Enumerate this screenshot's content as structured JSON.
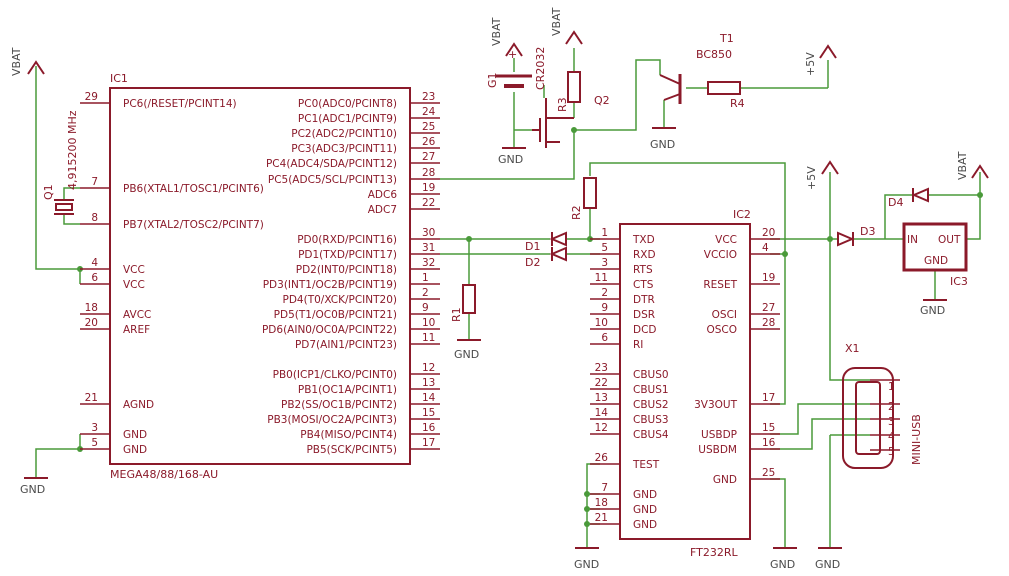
{
  "ic1": {
    "name": "IC1",
    "value": "MEGA48/88/168-AU",
    "left_pins": [
      {
        "label": "PC6(/RESET/PCINT14)",
        "num": "29"
      },
      {
        "label": "PB6(XTAL1/TOSC1/PCINT6)",
        "num": "7"
      },
      {
        "label": "PB7(XTAL2/TOSC2/PCINT7)",
        "num": "8"
      },
      {
        "label": "VCC",
        "num": "4"
      },
      {
        "label": "VCC",
        "num": "6"
      },
      {
        "label": "AVCC",
        "num": "18"
      },
      {
        "label": "AREF",
        "num": "20"
      },
      {
        "label": "AGND",
        "num": "21"
      },
      {
        "label": "GND",
        "num": "3"
      },
      {
        "label": "GND",
        "num": "5"
      }
    ],
    "right_pins": [
      {
        "label": "PC0(ADC0/PCINT8)",
        "num": "23"
      },
      {
        "label": "PC1(ADC1/PCINT9)",
        "num": "24"
      },
      {
        "label": "PC2(ADC2/PCINT10)",
        "num": "25"
      },
      {
        "label": "PC3(ADC3/PCINT11)",
        "num": "26"
      },
      {
        "label": "PC4(ADC4/SDA/PCINT12)",
        "num": "27"
      },
      {
        "label": "PC5(ADC5/SCL/PCINT13)",
        "num": "28"
      },
      {
        "label": "ADC6",
        "num": "19"
      },
      {
        "label": "ADC7",
        "num": "22"
      },
      {
        "label": "PD0(RXD/PCINT16)",
        "num": "30"
      },
      {
        "label": "PD1(TXD/PCINT17)",
        "num": "31"
      },
      {
        "label": "PD2(INT0/PCINT18)",
        "num": "32"
      },
      {
        "label": "PD3(INT1/OC2B/PCINT19)",
        "num": "1"
      },
      {
        "label": "PD4(T0/XCK/PCINT20)",
        "num": "2"
      },
      {
        "label": "PD5(T1/OC0B/PCINT21)",
        "num": "9"
      },
      {
        "label": "PD6(AIN0/OC0A/PCINT22)",
        "num": "10"
      },
      {
        "label": "PD7(AIN1/PCINT23)",
        "num": "11"
      },
      {
        "label": "PB0(ICP1/CLKO/PCINT0)",
        "num": "12"
      },
      {
        "label": "PB1(OC1A/PCINT1)",
        "num": "13"
      },
      {
        "label": "PB2(SS/OC1B/PCINT2)",
        "num": "14"
      },
      {
        "label": "PB3(MOSI/OC2A/PCINT3)",
        "num": "15"
      },
      {
        "label": "PB4(MISO/PCINT4)",
        "num": "16"
      },
      {
        "label": "PB5(SCK/PCINT5)",
        "num": "17"
      }
    ]
  },
  "ic2": {
    "name": "IC2",
    "value": "FT232RL",
    "left_pins": [
      {
        "label": "TXD",
        "num": "1"
      },
      {
        "label": "RXD",
        "num": "5"
      },
      {
        "label": "RTS",
        "num": "3"
      },
      {
        "label": "CTS",
        "num": "11"
      },
      {
        "label": "DTR",
        "num": "2"
      },
      {
        "label": "DSR",
        "num": "9"
      },
      {
        "label": "DCD",
        "num": "10"
      },
      {
        "label": "RI",
        "num": "6"
      },
      {
        "label": "CBUS0",
        "num": "23"
      },
      {
        "label": "CBUS1",
        "num": "22"
      },
      {
        "label": "CBUS2",
        "num": "13"
      },
      {
        "label": "CBUS3",
        "num": "14"
      },
      {
        "label": "CBUS4",
        "num": "12"
      },
      {
        "label": "TEST",
        "num": "26"
      },
      {
        "label": "GND",
        "num": "7"
      },
      {
        "label": "GND",
        "num": "18"
      },
      {
        "label": "GND",
        "num": "21"
      }
    ],
    "right_pins": [
      {
        "label": "VCC",
        "num": "20"
      },
      {
        "label": "VCCIO",
        "num": "4"
      },
      {
        "label": "RESET",
        "num": "19"
      },
      {
        "label": "OSCI",
        "num": "27"
      },
      {
        "label": "OSCO",
        "num": "28"
      },
      {
        "label": "3V3OUT",
        "num": "17"
      },
      {
        "label": "USBDP",
        "num": "15"
      },
      {
        "label": "USBDM",
        "num": "16"
      },
      {
        "label": "GND",
        "num": "25"
      }
    ]
  },
  "ic3": {
    "name": "IC3",
    "in": "IN",
    "out": "OUT",
    "gnd": "GND"
  },
  "usb": {
    "name": "X1",
    "value": "MINI-USB",
    "pins": [
      "1",
      "2",
      "3",
      "4",
      "5"
    ]
  },
  "parts": {
    "q1_name": "Q1",
    "q1_value": "4,915200 MHz",
    "g1_name": "G1",
    "g1_value": "CR2032",
    "g1_plus": "+",
    "r1": "R1",
    "r2": "R2",
    "r3": "R3",
    "r4": "R4",
    "q2": "Q2",
    "t1_name": "T1",
    "t1_value": "BC850",
    "d1": "D1",
    "d2": "D2",
    "d3": "D3",
    "d4": "D4"
  },
  "nets": {
    "vbat": "VBAT",
    "plus5v": "+5V",
    "gnd": "GND"
  },
  "colors": {
    "component": "#8b1a2a",
    "wire": "#4a9a3a",
    "label": "#4a4a4a"
  }
}
